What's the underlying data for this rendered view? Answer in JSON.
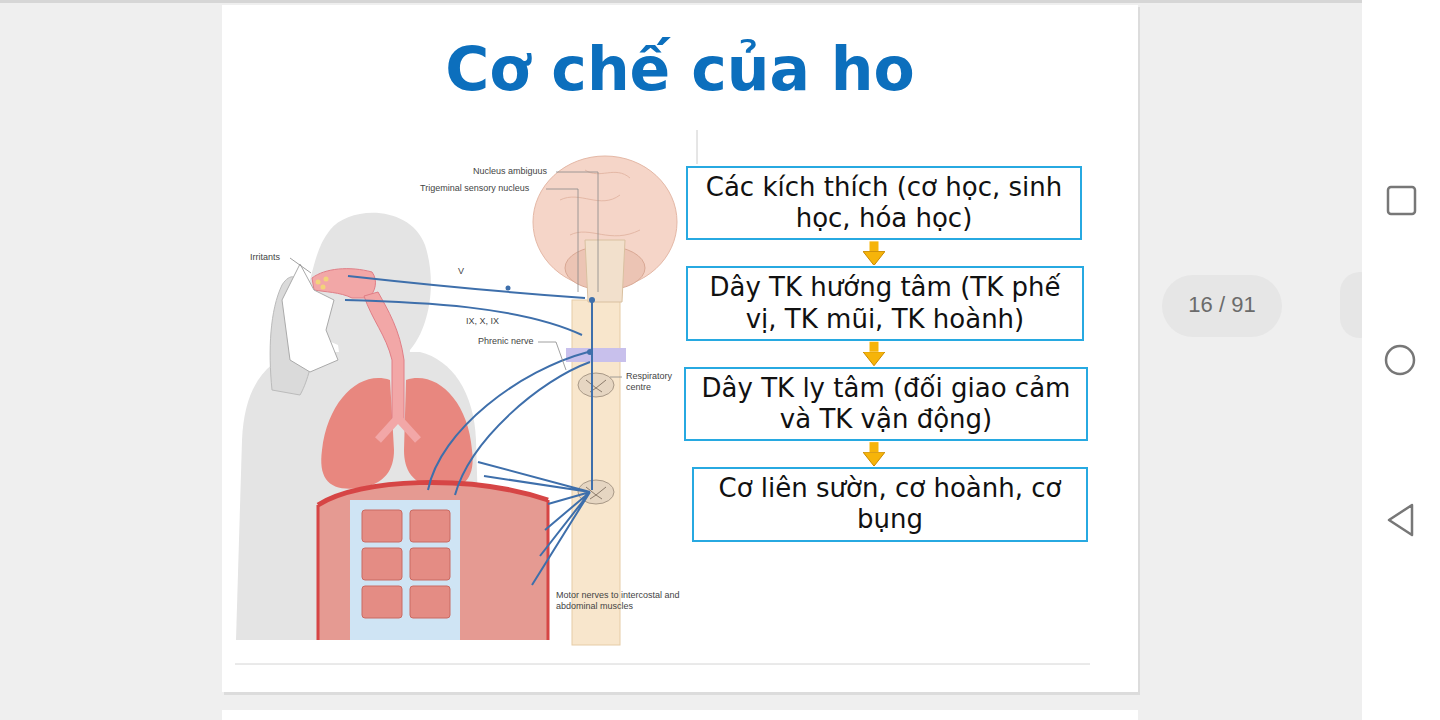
{
  "diagram": {
    "title": "Cơ chế của ho",
    "nodes": [
      {
        "text": [
          "Các kích thích (cơ học, sinh học, hóa học)"
        ]
      },
      {
        "text": [
          "Dây TK hướng tâm (TK phế vị, TK mũi, TK hoành)"
        ]
      },
      {
        "text": [
          "Dây TK ly tâm (đối giao cảm và TK vận động)"
        ]
      },
      {
        "text": [
          "Cơ liên sườn, cơ hoành, cơ bụng"
        ]
      }
    ],
    "edges": [
      {
        "from": 0,
        "to": 1,
        "arrow": "to"
      },
      {
        "from": 1,
        "to": 2,
        "arrow": "to"
      },
      {
        "from": 2,
        "to": 3,
        "arrow": "to"
      }
    ],
    "labels": [
      "Nucleus ambiguus",
      "Trigeminal sensory nucleus",
      "Irritants",
      "V",
      "IX, X, IX",
      "Phrenic nerve",
      "Respiratory centre",
      "Motor nerves to intercostal and abdominal muscles",
      "16 / 91"
    ]
  }
}
